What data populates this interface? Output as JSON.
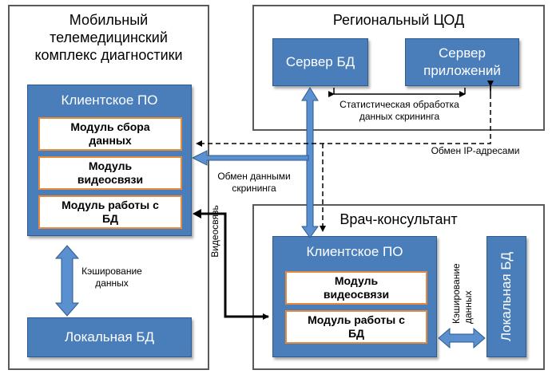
{
  "mobile": {
    "title_line1": "Мобильный",
    "title_line2": "телемедицинский",
    "title_line3": "комплекс диагностики",
    "client_software": "Клиентское ПО",
    "module_data_line1": "Модуль сбора",
    "module_data_line2": "данных",
    "module_video_line1": "Модуль",
    "module_video_line2": "видеосвязи",
    "module_db_line1": "Модуль работы с",
    "module_db_line2": "БД",
    "local_db": "Локальная БД",
    "caching_line1": "Кэширование",
    "caching_line2": "данных"
  },
  "regional": {
    "title": "Региональный ЦОД",
    "db_server": "Сервер БД",
    "app_server_line1": "Сервер",
    "app_server_line2": "приложений",
    "stats_line1": "Статистическая обработка",
    "stats_line2": "данных скрининга"
  },
  "doctor": {
    "title": "Врач-консультант",
    "client_software": "Клиентское ПО",
    "module_video_line1": "Модуль",
    "module_video_line2": "видеосвязи",
    "module_db_line1": "Модуль работы с",
    "module_db_line2": "БД",
    "local_db": "Локальная БД",
    "caching_line1": "Кэширование",
    "caching_line2": "данных"
  },
  "connections": {
    "ip_exchange": "Обмен IP-адресами",
    "data_exchange_line1": "Обмен данными",
    "data_exchange_line2": "скрининга",
    "video": "Видеосвязь"
  },
  "colors": {
    "box_blue": "#4a7ebb",
    "arrow_blue": "#5a8fd0",
    "module_border": "#e98a3b",
    "frame_border": "#5a5a5a"
  }
}
